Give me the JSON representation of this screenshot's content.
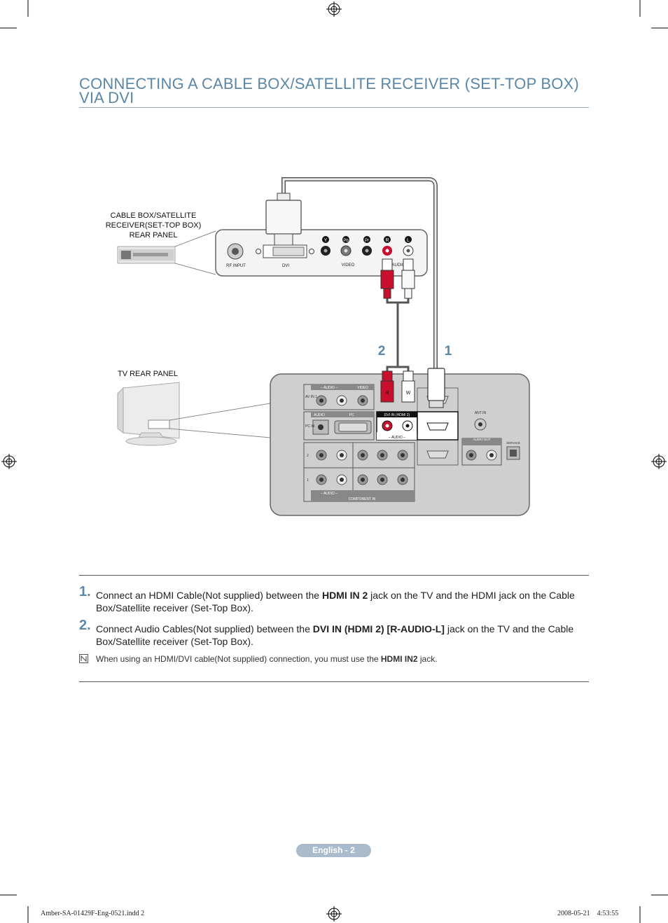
{
  "title": "CONNECTING A CABLE BOX/SATELLITE RECEIVER (SET-TOP BOX) VIA DVI",
  "diagram": {
    "cable_box_label": "CABLE BOX/SATELLITE RECEIVER(SET-TOP BOX) REAR PANEL",
    "tv_label": "TV REAR PANEL",
    "callout_1": "1",
    "callout_2": "2",
    "box_ports": {
      "rf_input": "RF INPUT",
      "dvi": "DVI",
      "video": "VIDEO",
      "audio": "AUDIO",
      "y": "Y",
      "pb": "Pb",
      "pr": "Pr",
      "r": "R",
      "l": "L"
    },
    "tv_ports": {
      "av_in": "AV IN 1",
      "audio_dash": "– AUDIO –",
      "video": "VIDEO",
      "audio": "AUDIO",
      "pc": "PC",
      "pc_in": "PC IN",
      "dvi_in_hdmi2": "DVI IN (HDMI 2)",
      "ant_in": "ANT IN",
      "audio_out": "AUDIO OUT",
      "service": "SERVICE",
      "component_in": "COMPONENT IN",
      "plug_r": "R",
      "plug_w": "W",
      "row_2": "2",
      "row_1": "1"
    }
  },
  "steps": [
    {
      "number": "1.",
      "pre": "Connect an HDMI Cable(Not supplied) between the ",
      "bold": "HDMI IN 2",
      "post": " jack on the TV and the HDMI jack on the Cable Box/Satellite receiver (Set-Top Box)."
    },
    {
      "number": "2.",
      "pre": "Connect Audio Cables(Not supplied) between the ",
      "bold": "DVI IN (HDMI 2) [R-AUDIO-L]",
      "post": " jack on the TV and the Cable Box/Satellite receiver (Set-Top Box)."
    }
  ],
  "note": {
    "pre": "When using an HDMI/DVI cable(Not supplied) connection, you must use the ",
    "bold": "HDMI IN2",
    "post": " jack."
  },
  "footer": {
    "page_label": "English - 2",
    "file_info": "Amber-SA-01429F-Eng-0521.indd   2",
    "date_info": "2008-05-21      4:53:55"
  },
  "colors": {
    "accent": "#5a87a8",
    "footer_pill": "#a9bbcc",
    "panel_gray": "#cfcfcf"
  }
}
